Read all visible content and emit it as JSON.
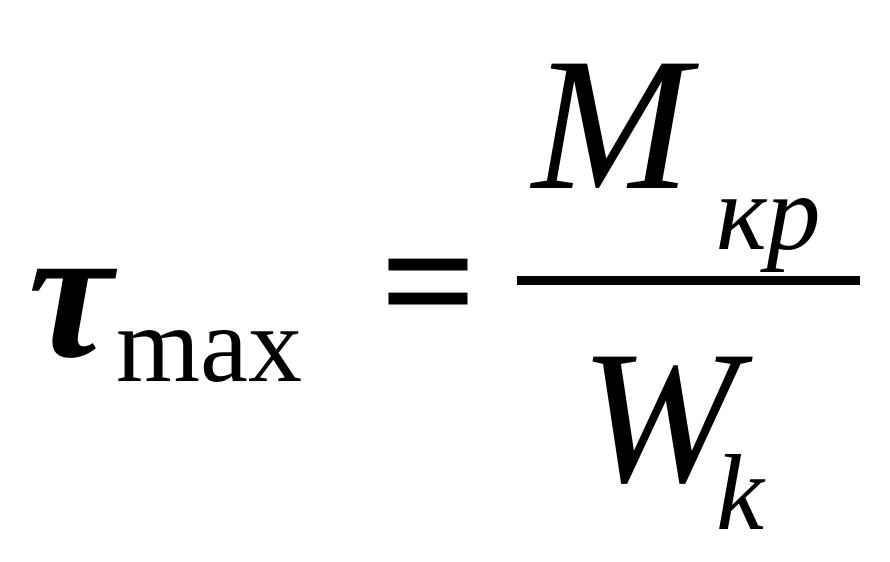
{
  "formula": {
    "lhs": {
      "symbol": "τ",
      "subscript": "max"
    },
    "operator": "=",
    "numerator": {
      "symbol": "M",
      "subscript": "кр"
    },
    "denominator": {
      "symbol": "W",
      "subscript": "k"
    }
  }
}
